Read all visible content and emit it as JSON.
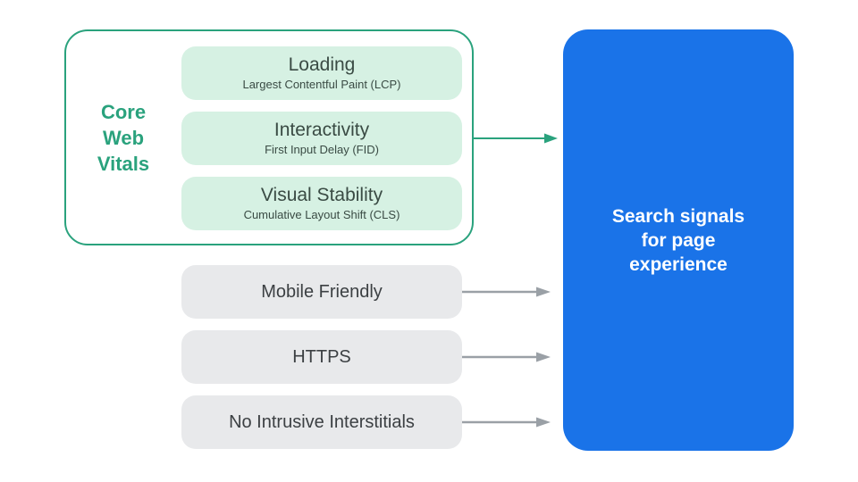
{
  "colors": {
    "green": "#2aa27d",
    "mint": "#d6f1e3",
    "mint_text": "#3a4b44",
    "gray_pill": "#e8e9eb",
    "gray_text": "#3c4043",
    "arrow_gray": "#9aa0a6",
    "blue": "#1a73e8",
    "white": "#ffffff"
  },
  "core_web_vitals": {
    "label": "Core\nWeb\nVitals",
    "items": [
      {
        "title": "Loading",
        "subtitle": "Largest Contentful Paint (LCP)"
      },
      {
        "title": "Interactivity",
        "subtitle": "First Input Delay (FID)"
      },
      {
        "title": "Visual Stability",
        "subtitle": "Cumulative Layout Shift (CLS)"
      }
    ]
  },
  "other_signals": [
    {
      "label": "Mobile Friendly"
    },
    {
      "label": "HTTPS"
    },
    {
      "label": "No Intrusive Interstitials"
    }
  ],
  "result": {
    "label": "Search signals\nfor page\nexperience"
  }
}
